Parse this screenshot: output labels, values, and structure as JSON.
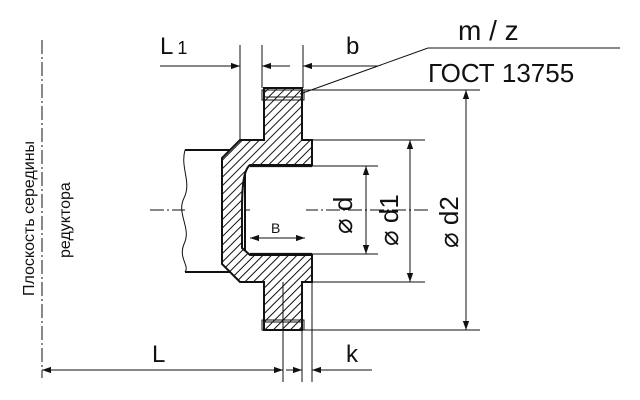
{
  "labels": {
    "module_teeth": "m / z",
    "standard": "ГОСТ 13755",
    "L1_main": "L",
    "L1_sub": "1",
    "b": "b",
    "L": "L",
    "k": "k",
    "B": "B",
    "d": "⌀ d",
    "d1": "⌀ d1",
    "d2": "⌀ d2",
    "plane_line1": "Плоскость середины",
    "plane_line2": "редуктора"
  }
}
